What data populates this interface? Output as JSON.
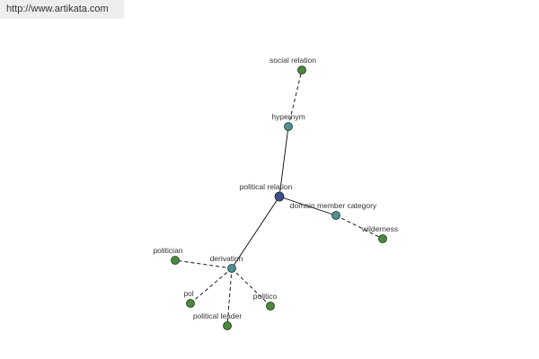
{
  "header": {
    "url": "http://www.artikata.com"
  },
  "colors": {
    "center": "#3b4f8e",
    "hub": "#4c9294",
    "leaf": "#4a8a3c",
    "edge": "#000000"
  },
  "graph": {
    "nodes": [
      {
        "id": "political-relation",
        "label": "political relation",
        "kind": "center"
      },
      {
        "id": "hypernym",
        "label": "hypernym",
        "kind": "hub"
      },
      {
        "id": "social-relation",
        "label": "social relation",
        "kind": "leaf"
      },
      {
        "id": "domain-member-category",
        "label": "domain member category",
        "kind": "hub"
      },
      {
        "id": "wilderness",
        "label": "wilderness",
        "kind": "leaf"
      },
      {
        "id": "derivation",
        "label": "derivation",
        "kind": "hub"
      },
      {
        "id": "politician",
        "label": "politician",
        "kind": "leaf"
      },
      {
        "id": "pol",
        "label": "pol",
        "kind": "leaf"
      },
      {
        "id": "political-leader",
        "label": "political leader",
        "kind": "leaf"
      },
      {
        "id": "politico",
        "label": "politico",
        "kind": "leaf"
      }
    ],
    "edges": [
      {
        "from": "political-relation",
        "to": "hypernym",
        "style": "solid"
      },
      {
        "from": "hypernym",
        "to": "social-relation",
        "style": "dashed"
      },
      {
        "from": "political-relation",
        "to": "domain-member-category",
        "style": "solid"
      },
      {
        "from": "domain-member-category",
        "to": "wilderness",
        "style": "dashed"
      },
      {
        "from": "political-relation",
        "to": "derivation",
        "style": "solid"
      },
      {
        "from": "derivation",
        "to": "politician",
        "style": "dashed"
      },
      {
        "from": "derivation",
        "to": "pol",
        "style": "dashed"
      },
      {
        "from": "derivation",
        "to": "political-leader",
        "style": "dashed"
      },
      {
        "from": "derivation",
        "to": "politico",
        "style": "dashed"
      }
    ]
  }
}
